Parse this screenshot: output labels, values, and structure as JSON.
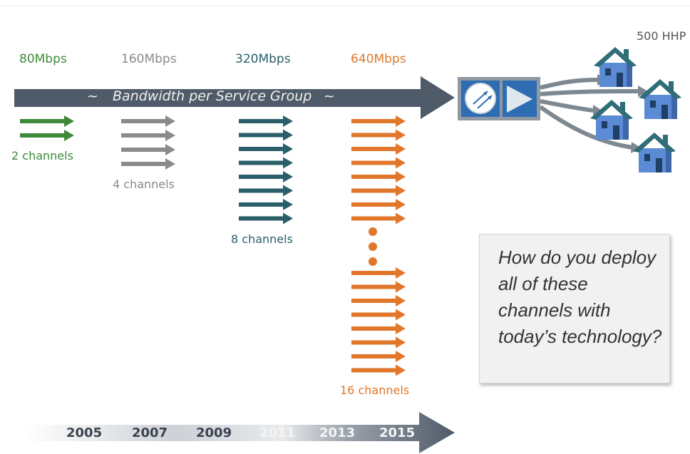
{
  "speeds": [
    {
      "label": "80Mbps",
      "color": "#3e8a3a"
    },
    {
      "label": "160Mbps",
      "color": "#8a8a8a"
    },
    {
      "label": "320Mbps",
      "color": "#2a5f6a"
    },
    {
      "label": "640Mbps",
      "color": "#e0772b"
    }
  ],
  "channel_groups": [
    {
      "label": "2 channels",
      "count": 2,
      "color": "#3e8a3a"
    },
    {
      "label": "4 channels",
      "count": 4,
      "color": "#8a8a8a"
    },
    {
      "label": "8 channels",
      "count": 8,
      "color": "#2a5f6a"
    },
    {
      "label": "16 channels",
      "count": 16,
      "color": "#e0772b"
    }
  ],
  "bandwidth_label": "Bandwidth per Service Group",
  "tilde": "~",
  "hhp_label": "500 HHP",
  "question": "How do you deploy all of these channels with today’s technology?",
  "years": [
    "2005",
    "2007",
    "2009",
    "2011",
    "2013",
    "2015"
  ],
  "colors": {
    "main_arrow": "#4f5b68",
    "amplifier": "#2f6db3",
    "house_roof": "#2f6d78",
    "house_wall": "#5b8bd4"
  },
  "icons": [
    "amplifier-icon",
    "house-icon"
  ]
}
